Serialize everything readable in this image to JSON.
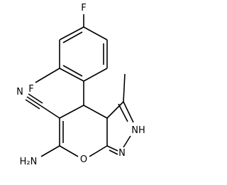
{
  "molecule": {
    "atoms": {
      "f_top": "F",
      "f_left": "F",
      "nitrile_n": "N",
      "amino": "H₂N",
      "ring_o": "O",
      "n_nh": "NH",
      "n_pyrazole": "N"
    },
    "colors": {
      "line": "#000000",
      "background": "#ffffff"
    }
  }
}
